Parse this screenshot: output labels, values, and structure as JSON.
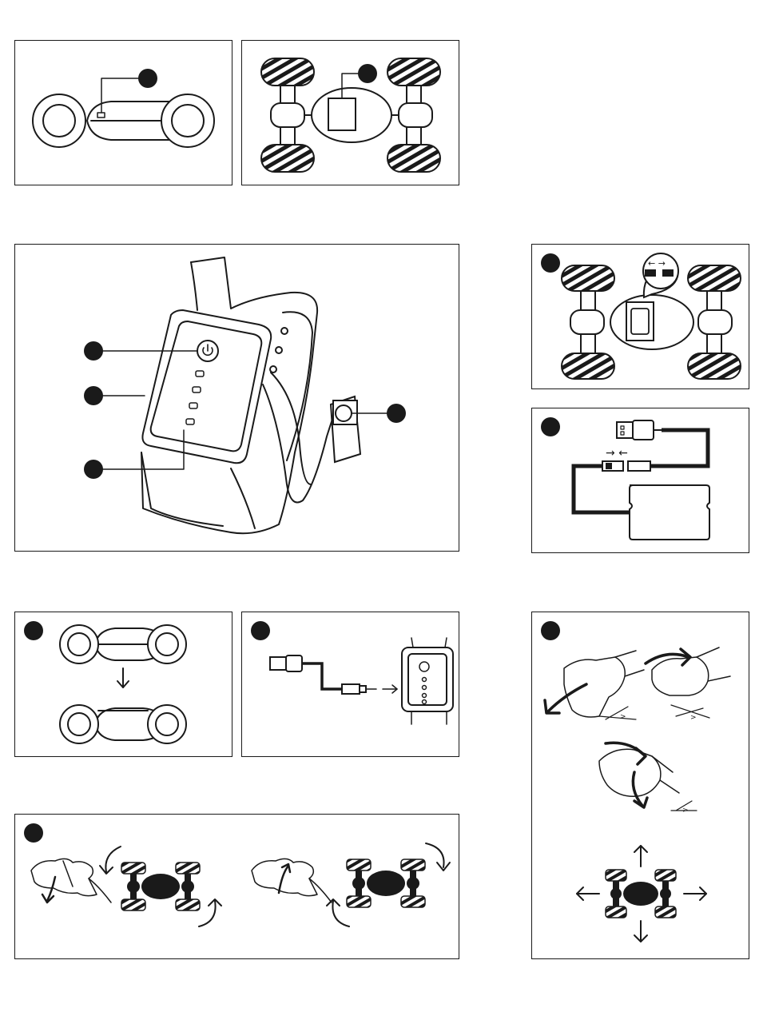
{
  "colors": {
    "ink": "#1a1a1a",
    "paper": "#ffffff"
  },
  "panels": [
    {
      "id": "battery-switch-panel",
      "content": "car-bottom-view-with-switch",
      "callout": "filled-dot"
    },
    {
      "id": "battery-compartment-panel",
      "content": "car-top-view-with-compartment",
      "callout": "filled-dot"
    },
    {
      "id": "wristband-controller-panel",
      "content": "wristband-controller",
      "callouts": [
        "power-button",
        "strap",
        "indicator-leds",
        "charging-plug"
      ]
    },
    {
      "id": "car-battery-charge-panel",
      "content": "car-with-connector-detail",
      "callout": "filled-dot"
    },
    {
      "id": "usb-charging-car-panel",
      "content": "usb-cable-to-car-battery",
      "callout": "filled-dot"
    },
    {
      "id": "flip-car-panel",
      "content": "car-switch-on-flip",
      "callout": "filled-dot"
    },
    {
      "id": "usb-charging-wristband-panel",
      "content": "usb-cable-to-wristband",
      "callout": "filled-dot"
    },
    {
      "id": "rotate-car-panel",
      "content": "hand-rotation-gestures",
      "callout": "filled-dot"
    },
    {
      "id": "direction-gestures-panel",
      "content": "hand-tilt-gestures-and-directions",
      "callout": "filled-dot"
    }
  ],
  "labels": {
    "arrow_right": ">"
  }
}
